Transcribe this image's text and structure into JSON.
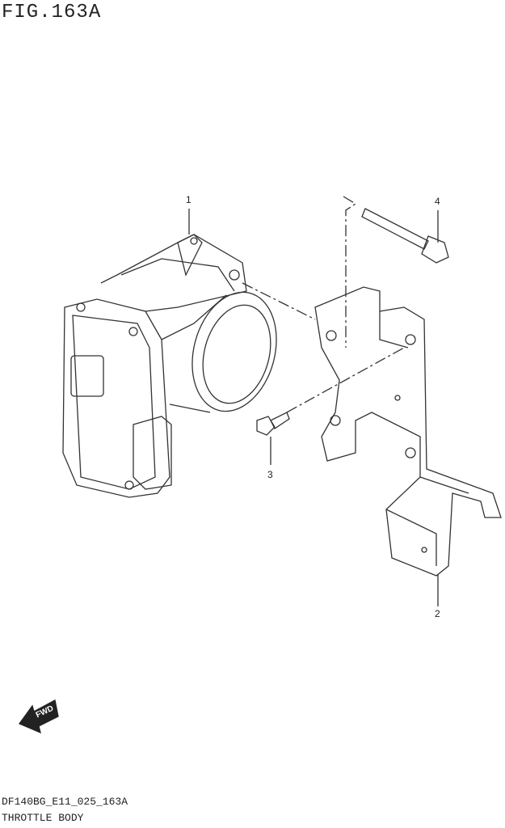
{
  "figure": {
    "title": "FIG.163A",
    "code": "DF140BG_E11_025_163A",
    "name": "THROTTLE BODY"
  },
  "callouts": [
    "1",
    "2",
    "3",
    "4"
  ],
  "fwd_label": "FWD",
  "parts": [
    {
      "ref": "1",
      "icon": "throttle-body"
    },
    {
      "ref": "2",
      "icon": "bracket"
    },
    {
      "ref": "3",
      "icon": "bolt-short"
    },
    {
      "ref": "4",
      "icon": "bolt-long"
    }
  ]
}
